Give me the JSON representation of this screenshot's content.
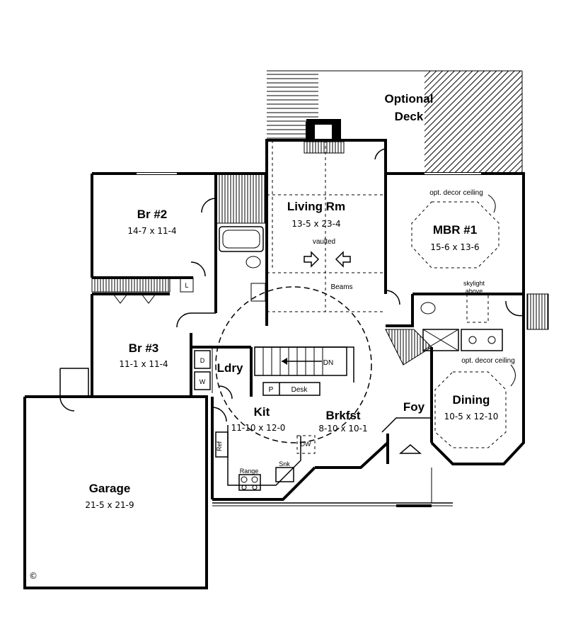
{
  "rooms": {
    "deck": {
      "name_line1": "Optional",
      "name_line2": "Deck"
    },
    "living": {
      "name": "Living Rm",
      "dims": "13-5 x 23-4",
      "note": "vaulted"
    },
    "br2": {
      "name": "Br #2",
      "dims": "14-7 x 11-4"
    },
    "mbr1": {
      "name": "MBR #1",
      "dims": "15-6 x 13-6"
    },
    "br3": {
      "name": "Br #3",
      "dims": "11-1 x 11-4"
    },
    "ldry": {
      "name": "Ldry"
    },
    "kit": {
      "name": "Kit",
      "dims": "11-10 x 12-0"
    },
    "brkfst": {
      "name": "Brkfst",
      "dims": "8-10 x 10-1"
    },
    "foy": {
      "name": "Foy"
    },
    "dining": {
      "name": "Dining",
      "dims": "10-5 x 12-10"
    },
    "garage": {
      "name": "Garage",
      "dims": "21-5 x 21-9"
    }
  },
  "labels": {
    "opt_decor_mbr": "opt. decor ceiling",
    "opt_decor_dining": "opt. decor ceiling",
    "skylight_line1": "skylight",
    "skylight_line2": "above",
    "beams": "Beams",
    "dn": "DN",
    "desk": "Desk",
    "pantry": "P",
    "ref": "Ref",
    "range": "Range",
    "sink": "Snk",
    "dw": "DW",
    "dryer": "D",
    "washer": "W",
    "linen": "L",
    "copyright": "©"
  }
}
